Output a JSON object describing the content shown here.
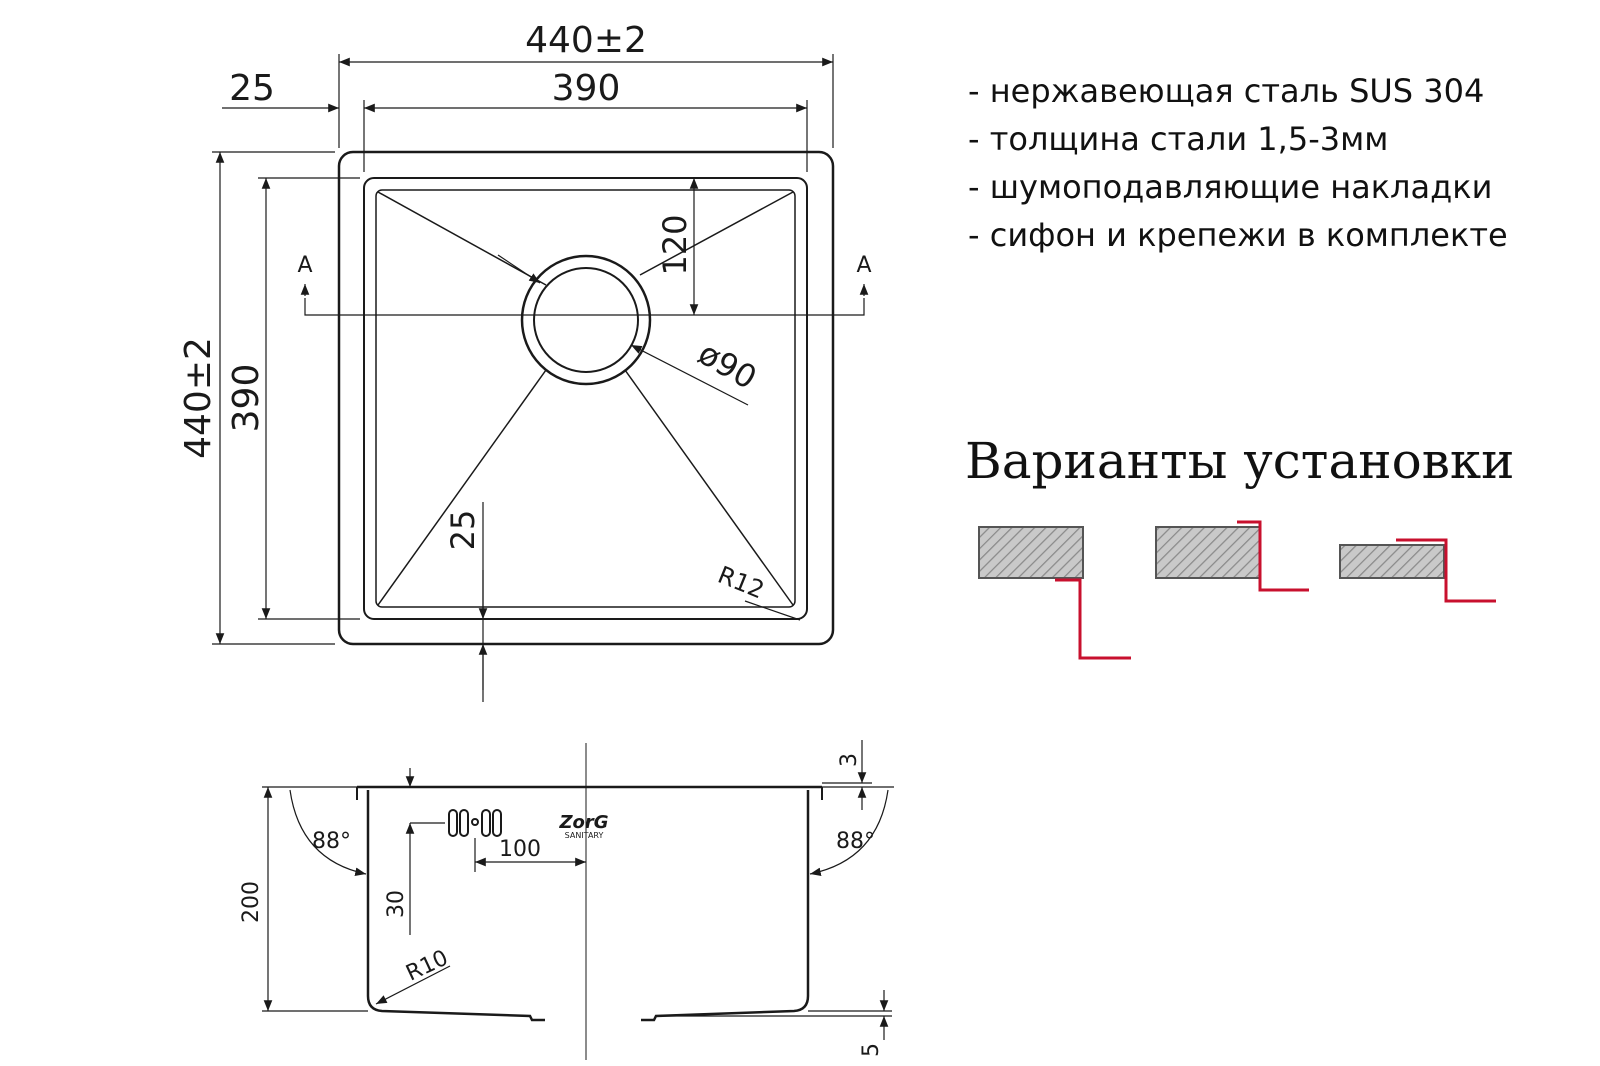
{
  "top_view": {
    "overall_width": "440±2",
    "inner_width": "390",
    "flange_width": "25",
    "overall_depth": "440±2",
    "inner_depth": "390",
    "drain_offset": "120",
    "drain_diameter": "ø90",
    "corner_radius": "R12",
    "bottom_offset": "25",
    "section_mark_left": "A",
    "section_mark_right": "A"
  },
  "section_view": {
    "flange_thickness": "3",
    "wall_angle_left": "88°",
    "wall_angle_right": "88°",
    "height": "200",
    "overflow_offset": "30",
    "overflow_distance": "100",
    "inner_radius": "R10",
    "bottom_step": "5",
    "brand_logo": "ZorG",
    "brand_sub": "SANITARY"
  },
  "specs": [
    "- нержавеющая сталь SUS 304",
    "- толщина стали 1,5-3мм",
    "- шумоподавляющие накладки",
    "- сифон и крепежи в комплекте"
  ],
  "install": {
    "title": "Варианты установки",
    "accent_color": "#c8102e",
    "variants": [
      "undermount",
      "flush-mount",
      "top-mount"
    ]
  }
}
